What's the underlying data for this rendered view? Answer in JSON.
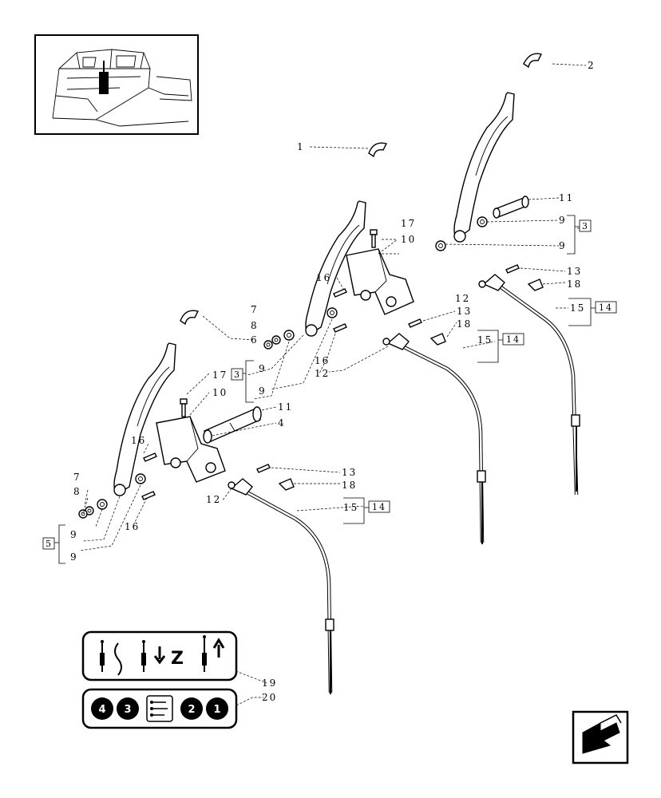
{
  "labels": {
    "l1": "1",
    "l2": "2",
    "l3a": "3",
    "l4": "4",
    "l5": "5",
    "l6": "6",
    "l7a": "7",
    "l7b": "7",
    "l8a": "8",
    "l8b": "8",
    "l9a": "9",
    "l9b": "9",
    "l9c": "9",
    "l9d": "9",
    "l9e": "9",
    "l9f": "9",
    "l10a": "10",
    "l10b": "10",
    "l11a": "11",
    "l11b": "11",
    "l12a": "12",
    "l12b": "12",
    "l12c": "12",
    "l13a": "13",
    "l13b": "13",
    "l13c": "13",
    "l14a": "14",
    "l14b": "14",
    "l14c": "14",
    "l15a": "15",
    "l15b": "15",
    "l15c": "15",
    "l16a": "16",
    "l16b": "16",
    "l16c": "16",
    "l16d": "16",
    "l17a": "17",
    "l17b": "17",
    "l18a": "18",
    "l18b": "18",
    "l18c": "18",
    "l19": "19",
    "l20": "20"
  },
  "decal_19": {
    "letter": "Z"
  },
  "decal_20": {
    "circles": [
      "4",
      "3",
      "2",
      "1"
    ]
  },
  "icons": [
    "tractor-cab-inset-icon",
    "previous-page-arrow-icon"
  ]
}
